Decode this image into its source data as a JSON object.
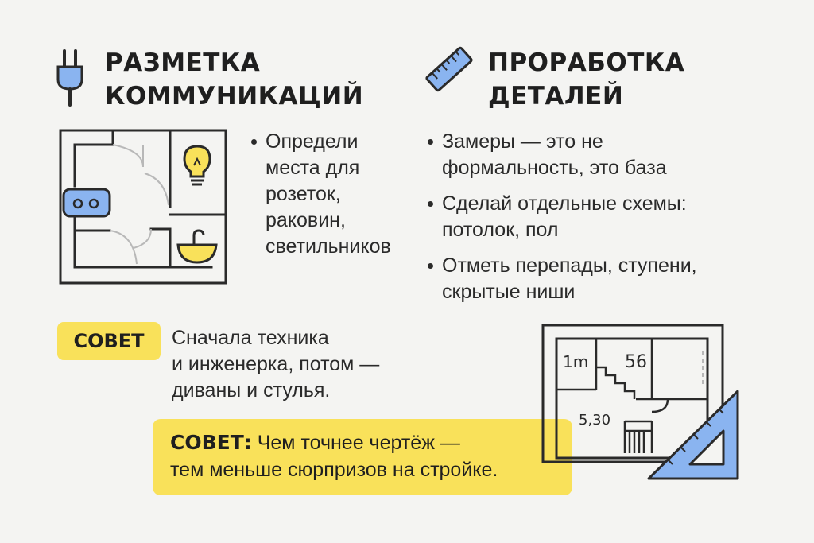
{
  "left_section": {
    "icon": "plug-icon",
    "title_lines": [
      "РАЗМЕТКА",
      "КОММУНИКАЦИЙ"
    ],
    "bullet_lines": [
      "Определи",
      "места для",
      "розеток,",
      "раковин,",
      "светильников"
    ]
  },
  "right_section": {
    "icon": "ruler-icon",
    "title_lines": [
      "ПРОРАБОТКА",
      "ДЕТАЛЕЙ"
    ],
    "bullets": [
      {
        "lines": [
          "Замеры — это не",
          "формальность, это база"
        ]
      },
      {
        "lines": [
          "Сделай отдельные схемы:",
          "потолок, пол"
        ]
      },
      {
        "lines": [
          "Отметь перепады, ступени,",
          "скрытые ниши"
        ]
      }
    ]
  },
  "tip1": {
    "badge": "СОВЕТ",
    "lines": [
      "Сначала техника",
      "и инженерка, потом —",
      "диваны и стулья."
    ]
  },
  "tip2": {
    "label": "СОВЕТ:",
    "line1_rest": " Чем точнее чертёж —",
    "line2": "тем меньше сюрпризов на стройке."
  },
  "floorplan": {
    "label_room": "1m",
    "label_56": "56",
    "label_area": "5,30"
  },
  "colors": {
    "accent_yellow": "#f9e15a",
    "accent_blue": "#8ab4f0",
    "line": "#2a2a2a",
    "background": "#f4f4f2"
  }
}
